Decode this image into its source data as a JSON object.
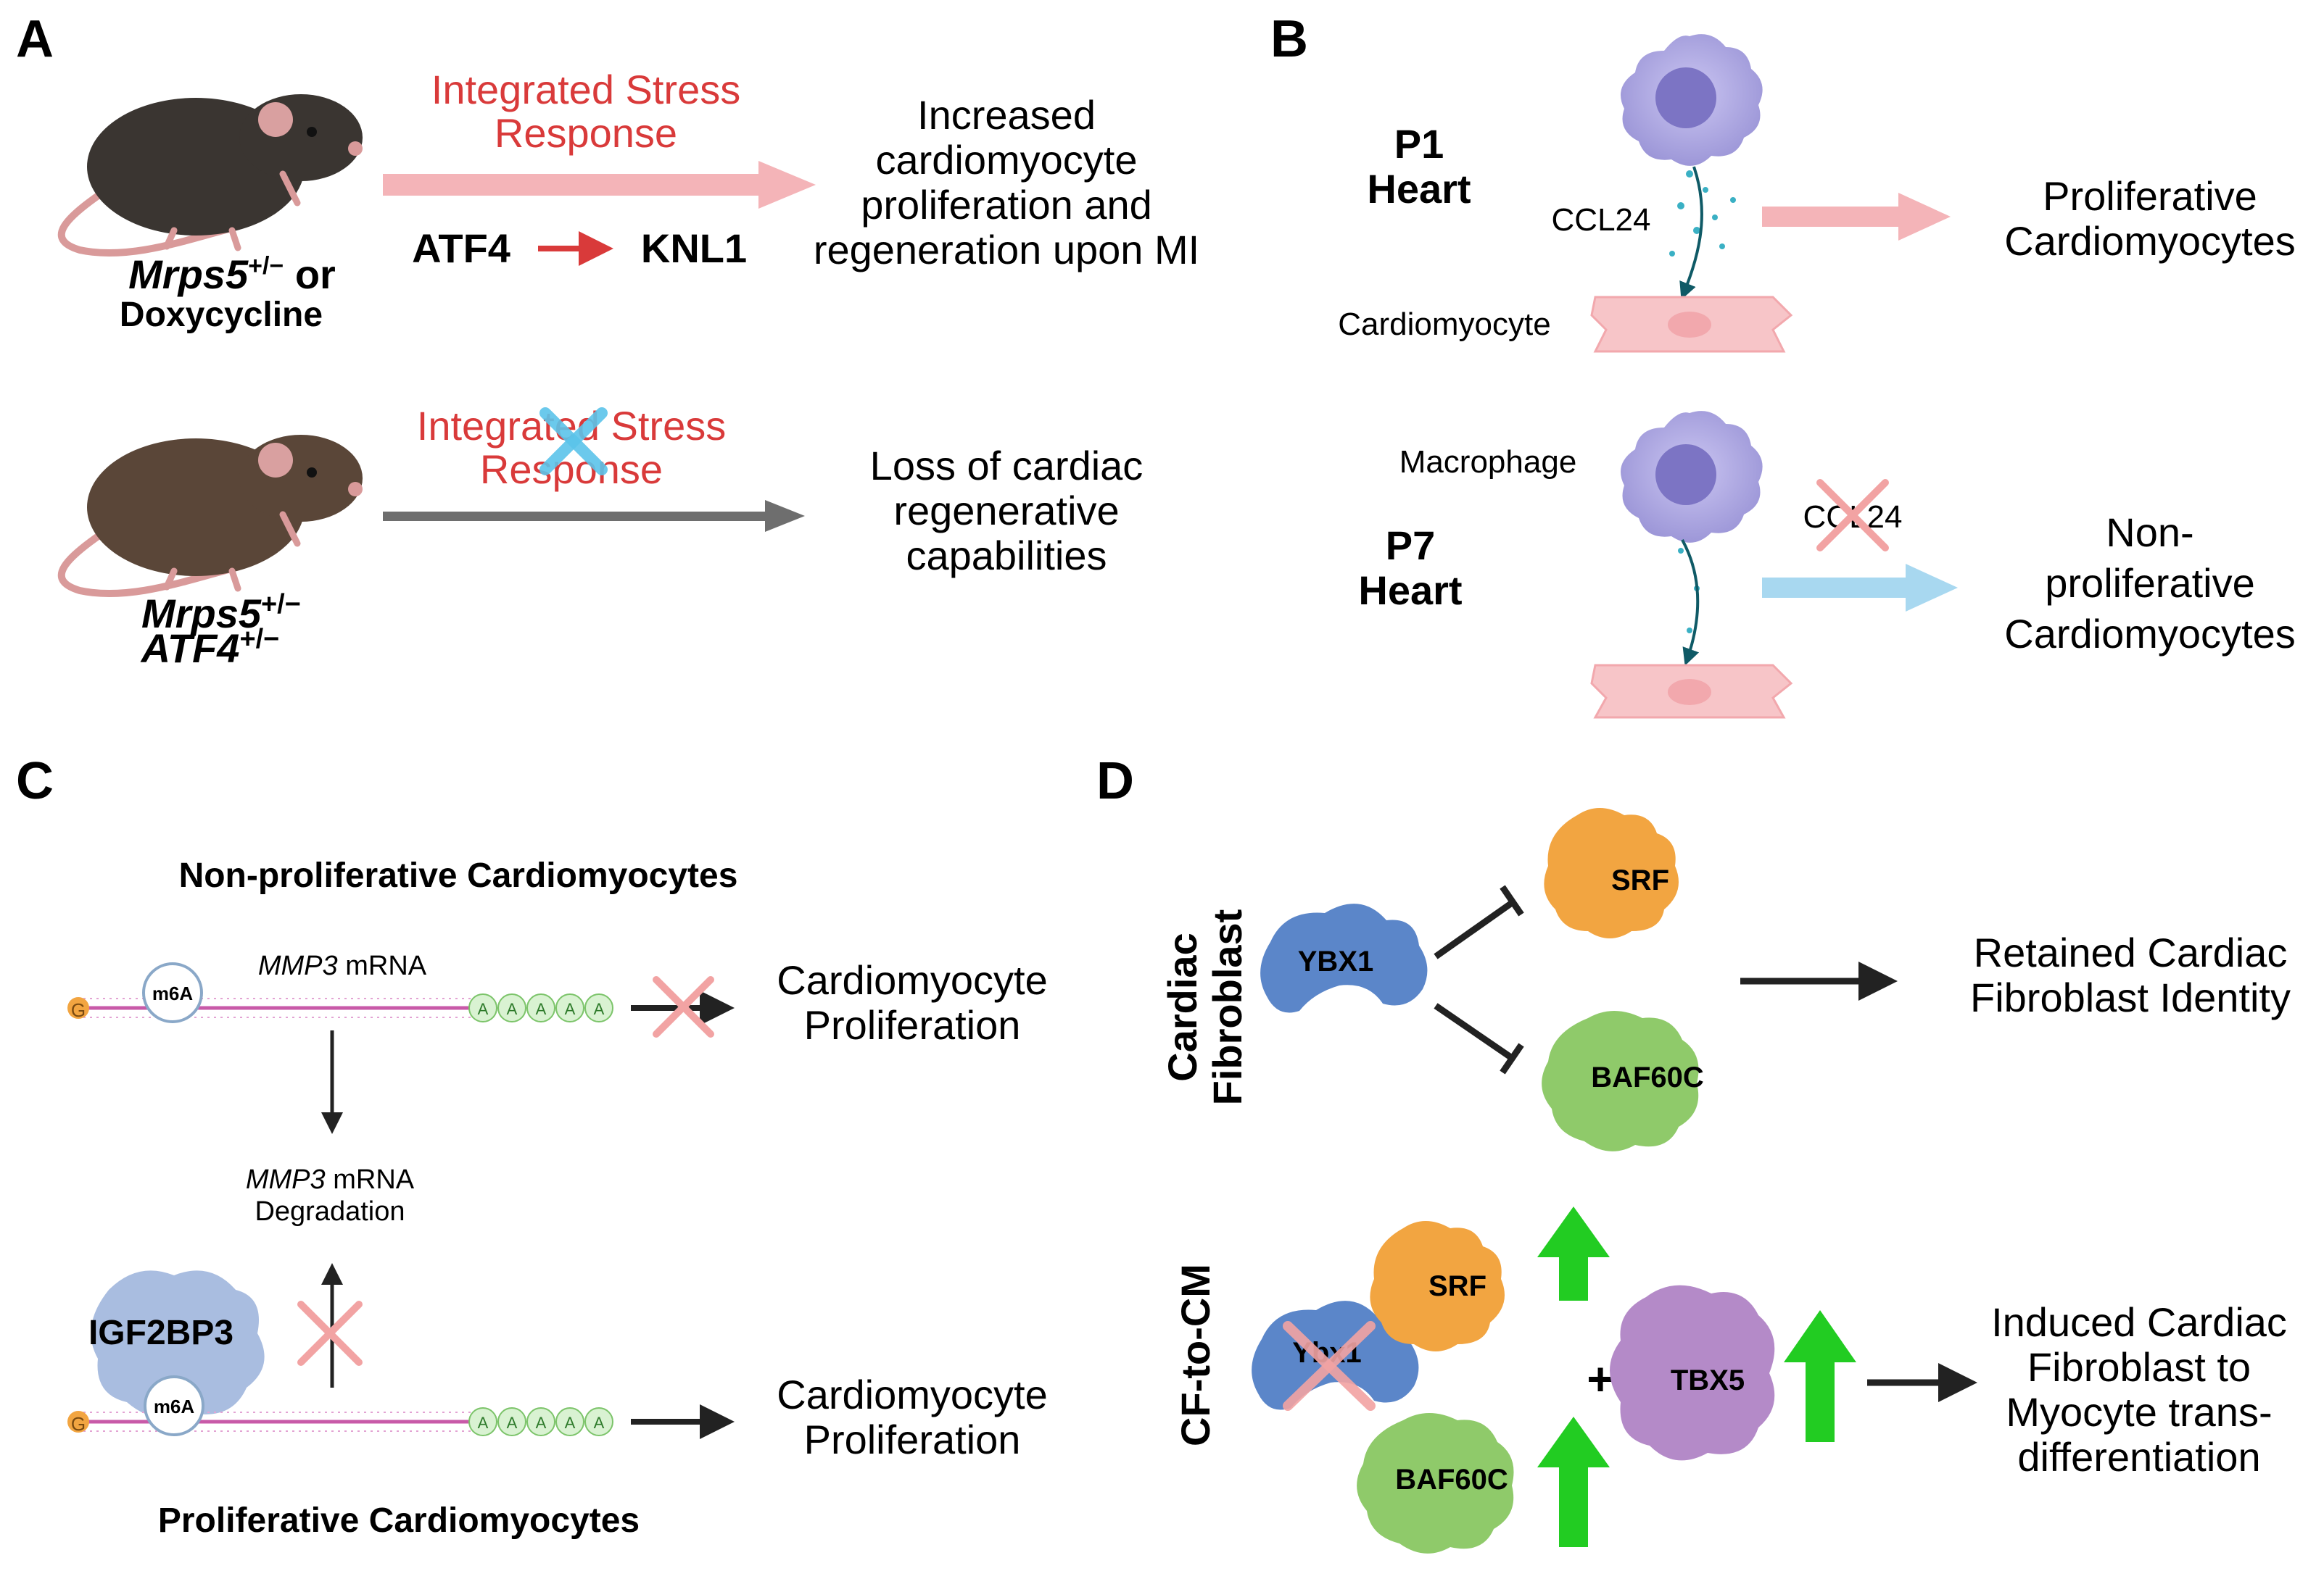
{
  "panels": {
    "A": {
      "label": "A",
      "top": {
        "mouse_line1_gene": "Mrps5",
        "mouse_line1_sup": "+/−",
        "mouse_line1_suffix": " or",
        "mouse_line2": "Doxycycline",
        "pathway_line1": "Integrated Stress",
        "pathway_line2": "Response",
        "gene_from": "ATF4",
        "gene_to": "KNL1",
        "outcome": [
          "Increased",
          "cardiomyocyte",
          "proliferation and",
          "regeneration upon MI"
        ]
      },
      "bottom": {
        "mouse_line1_gene": "Mrps5",
        "mouse_line1_sup": "+/−",
        "mouse_line2_gene": "ATF4",
        "mouse_line2_sup": "+/−",
        "pathway_line1": "Integrated Stress",
        "pathway_line2": "Response",
        "outcome": [
          "Loss of cardiac",
          "regenerative",
          "capabilities"
        ]
      }
    },
    "B": {
      "label": "B",
      "p1_line1": "P1",
      "p1_line2": "Heart",
      "ccl24_top": "CCL24",
      "cardiomyocyte_label": "Cardiomyocyte",
      "outcome_top": [
        "Proliferative",
        "Cardiomyocytes"
      ],
      "macrophage_label": "Macrophage",
      "p7_line1": "P7",
      "p7_line2": "Heart",
      "ccl24_bottom": "CCL24",
      "outcome_bottom": [
        "Non-",
        "proliferative",
        "Cardiomyocytes"
      ]
    },
    "C": {
      "label": "C",
      "title_top": "Non-proliferative Cardiomyocytes",
      "mrna_gene": "MMP3",
      "mrna_suffix": " mRNA",
      "cap_letter": "G",
      "m6a": "m6A",
      "polyA": [
        "A",
        "A",
        "A",
        "A",
        "A"
      ],
      "outcome_top": [
        "Cardiomyocyte",
        "Proliferation"
      ],
      "degradation_gene": "MMP3",
      "degradation_suffix": " mRNA",
      "degradation_line2": "Degradation",
      "reader": "IGF2BP3",
      "outcome_bottom": [
        "Cardiomyocyte",
        "Proliferation"
      ],
      "title_bottom": "Proliferative Cardiomyocytes"
    },
    "D": {
      "label": "D",
      "row1_label": [
        "Cardiac",
        "Fibroblast"
      ],
      "ybx1": "YBX1",
      "srf": "SRF",
      "baf60c": "BAF60C",
      "outcome_top": [
        "Retained Cardiac",
        "Fibroblast Identity"
      ],
      "row2_label": "CF-to-CM",
      "ybx1_lower": "Ybx1",
      "srf2": "SRF",
      "baf60c2": "BAF60C",
      "plus": "+",
      "tbx5": "TBX5",
      "outcome_bottom": [
        "Induced Cardiac",
        "Fibroblast to",
        "Myocyte trans-",
        "differentiation"
      ]
    }
  },
  "colors": {
    "pink_arrow": "#f4b4b8",
    "grey_arrow": "#6e6e6e",
    "blue_arrow": "#a8d8f0",
    "red_text": "#d93a3a",
    "cross_blue": "#5bc4ea",
    "cross_pink": "#f2a3a3",
    "macrophage": "#b3aee6",
    "cardiomyocyte": "#f7c5c8",
    "mrna": "#c85aa8",
    "polyA": "#d9f2d2",
    "srf": "#f2a541",
    "baf60c": "#8fca6a",
    "ybx1": "#5b86c9",
    "tbx5": "#b48ac8",
    "igf2bp3": "#a9bde0",
    "up_arrow": "#22cc22"
  }
}
